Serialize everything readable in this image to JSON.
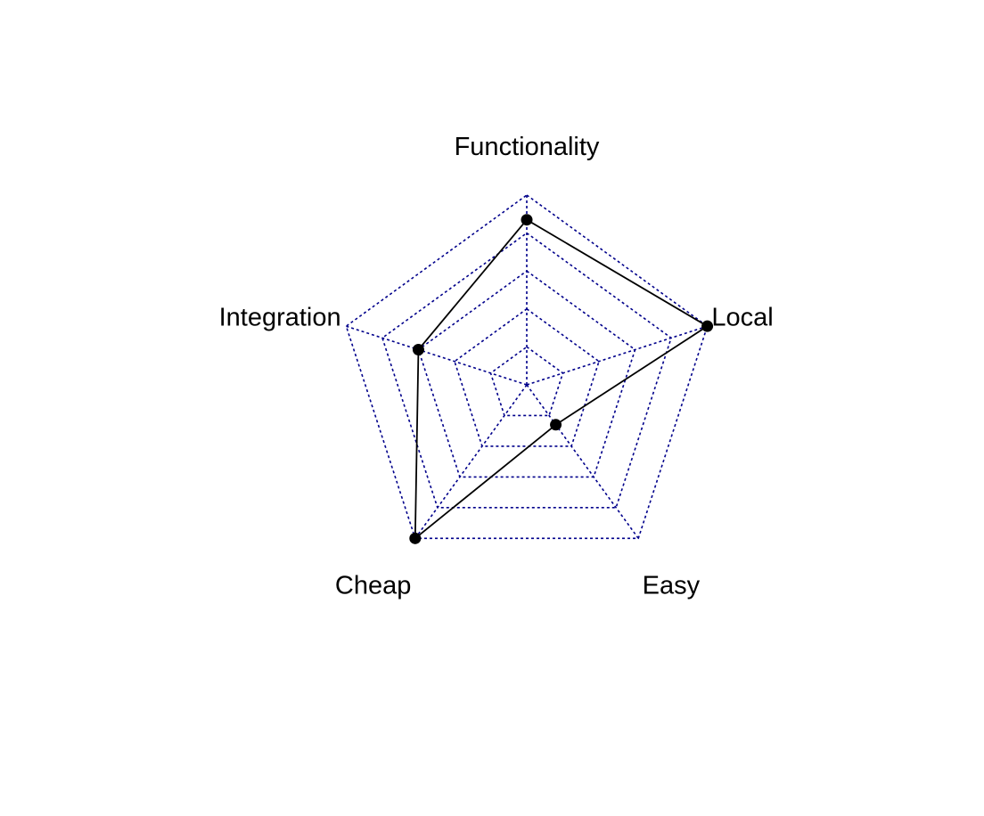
{
  "chart_data": {
    "type": "radar",
    "title": "",
    "axes": [
      "Functionality",
      "Local",
      "Easy",
      "Cheap",
      "Integration"
    ],
    "range": [
      0,
      1
    ],
    "grid_levels": 5,
    "grid_line_style": "dotted",
    "series": [
      {
        "values": [
          0.87,
          1.0,
          0.26,
          1.0,
          0.6
        ]
      }
    ],
    "colors": {
      "grid": "#00008B",
      "series_line": "#000000",
      "series_point": "#000000"
    }
  }
}
